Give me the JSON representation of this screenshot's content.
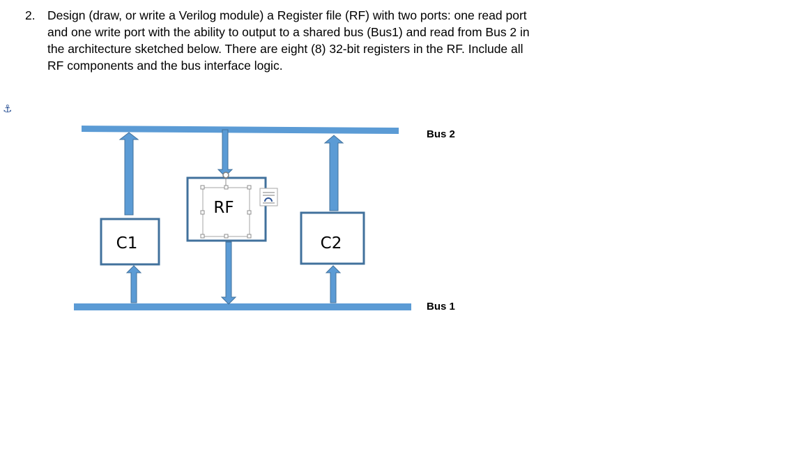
{
  "question": {
    "number": "2.",
    "line1": "Design (draw, or write a Verilog module) a Register file (RF) with two ports: one read port",
    "line2": "and one write port with the ability to output to a shared bus (Bus1) and read from Bus 2 in",
    "line3": "the architecture sketched below. There are eight (8) 32-bit registers in the RF.  Include all",
    "line4": "RF components and the bus interface logic."
  },
  "diagram": {
    "bus_top_label": "Bus 2",
    "bus_bottom_label": "Bus 1",
    "c1_label": "C1",
    "rf_label": "RF",
    "c2_label": "C2"
  },
  "colors": {
    "bus": "#5b9bd5",
    "box_border": "#41719c",
    "selection": "#a6a6a6"
  },
  "icons": {
    "anchor": "anchor-icon",
    "layout_options": "layout-options-icon"
  }
}
